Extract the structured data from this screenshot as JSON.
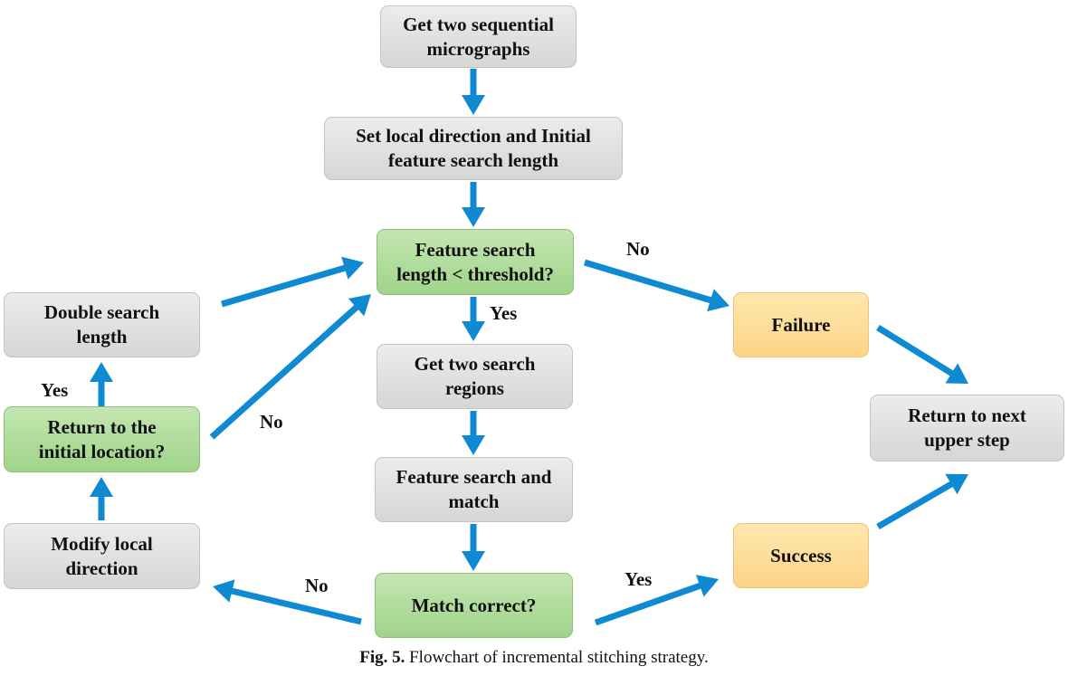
{
  "nodes": {
    "get_micrographs": "Get two sequential\nmicrographs",
    "set_direction": "Set local direction and Initial\nfeature search length",
    "threshold_check": "Feature search\nlength < threshold?",
    "get_regions": "Get two search\nregions",
    "feature_match": "Feature search and\nmatch",
    "match_correct": "Match correct?",
    "failure": "Failure",
    "success": "Success",
    "return_upper": "Return to next\nupper step",
    "double_length": "Double search\nlength",
    "return_initial": "Return to the\ninitial location?",
    "modify_direction": "Modify local\ndirection"
  },
  "edge_labels": {
    "threshold_no": "No",
    "threshold_yes": "Yes",
    "match_no": "No",
    "match_yes": "Yes",
    "initial_yes": "Yes",
    "initial_no": "No"
  },
  "caption": {
    "label": "Fig. 5.",
    "text": " Flowchart of incremental stitching strategy."
  },
  "colors": {
    "arrow": "#1089d3",
    "gray_node": "#dcdcdc",
    "green_node": "#a8d992",
    "orange_node": "#fed88f"
  }
}
